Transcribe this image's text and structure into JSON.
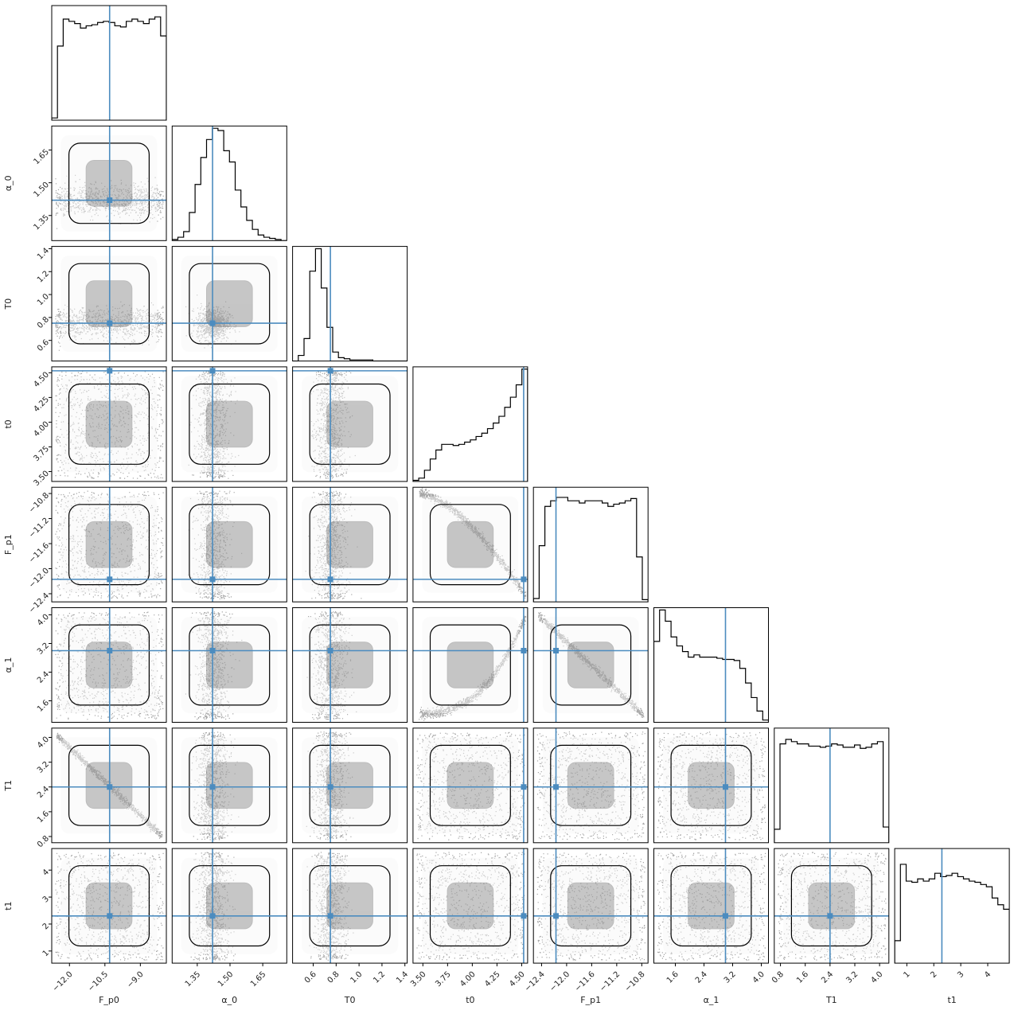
{
  "chart_data": {
    "type": "corner",
    "params": [
      {
        "label": "F_p0",
        "range": [
          -12.75,
          -7.9
        ],
        "ticks": [
          -12.0,
          -10.5,
          -9.0
        ],
        "tick_labels": [
          "−12.0",
          "−10.5",
          "−9.0"
        ],
        "truth": -10.3
      },
      {
        "label": "α_0",
        "range": [
          1.235,
          1.76
        ],
        "ticks": [
          1.35,
          1.5,
          1.65
        ],
        "tick_labels": [
          "1.35",
          "1.50",
          "1.65"
        ],
        "truth": 1.42
      },
      {
        "label": "T0",
        "range": [
          0.42,
          1.42
        ],
        "ticks": [
          0.6,
          0.8,
          1.0,
          1.2,
          1.4
        ],
        "tick_labels": [
          "0.6",
          "0.8",
          "1.0",
          "1.2",
          "1.4"
        ],
        "truth": 0.75
      },
      {
        "label": "t0",
        "range": [
          3.4,
          4.56
        ],
        "ticks": [
          3.5,
          3.75,
          4.0,
          4.25,
          4.5
        ],
        "tick_labels": [
          "3.50",
          "3.75",
          "4.00",
          "4.25",
          "4.50"
        ],
        "truth": 4.52
      },
      {
        "label": "F_p1",
        "range": [
          -12.53,
          -10.7
        ],
        "ticks": [
          -12.4,
          -12.0,
          -11.6,
          -11.2,
          -10.8
        ],
        "tick_labels": [
          "−12.4",
          "−12.0",
          "−11.6",
          "−11.2",
          "−10.8"
        ],
        "truth": -12.17
      },
      {
        "label": "α_1",
        "range": [
          1.0,
          4.2
        ],
        "ticks": [
          1.6,
          2.4,
          3.2,
          4.0
        ],
        "tick_labels": [
          "1.6",
          "2.4",
          "3.2",
          "4.0"
        ],
        "truth": 3.0
      },
      {
        "label": "T1",
        "range": [
          0.6,
          4.3
        ],
        "ticks": [
          0.8,
          1.6,
          2.4,
          3.2,
          4.0
        ],
        "tick_labels": [
          "0.8",
          "1.6",
          "2.4",
          "3.2",
          "4.0"
        ],
        "truth": 2.4
      },
      {
        "label": "t1",
        "range": [
          0.55,
          4.8
        ],
        "ticks": [
          1,
          2,
          3,
          4
        ],
        "tick_labels": [
          "1",
          "2",
          "3",
          "4"
        ],
        "truth": 2.3
      }
    ],
    "histograms": [
      {
        "param": "F_p0",
        "bins": 20,
        "heights": [
          0.02,
          0.66,
          0.9,
          0.88,
          0.86,
          0.82,
          0.84,
          0.85,
          0.87,
          0.88,
          0.87,
          0.84,
          0.83,
          0.88,
          0.9,
          0.88,
          0.86,
          0.9,
          0.92,
          0.75
        ]
      },
      {
        "param": "α_0",
        "bins": 20,
        "heights": [
          0.01,
          0.03,
          0.08,
          0.25,
          0.5,
          0.74,
          0.9,
          1.0,
          0.98,
          0.8,
          0.7,
          0.45,
          0.3,
          0.18,
          0.1,
          0.05,
          0.03,
          0.02,
          0.01,
          0.0
        ]
      },
      {
        "param": "T0",
        "bins": 20,
        "heights": [
          0.0,
          0.05,
          0.2,
          0.8,
          1.0,
          0.65,
          0.3,
          0.08,
          0.03,
          0.02,
          0.01,
          0.01,
          0.01,
          0.01,
          0.0,
          0.0,
          0.0,
          0.0,
          0.0,
          0.0
        ]
      },
      {
        "param": "t0",
        "bins": 20,
        "heights": [
          0.01,
          0.03,
          0.1,
          0.2,
          0.28,
          0.33,
          0.33,
          0.32,
          0.33,
          0.35,
          0.37,
          0.4,
          0.43,
          0.47,
          0.52,
          0.58,
          0.66,
          0.75,
          0.86,
          1.0
        ]
      },
      {
        "param": "F_p1",
        "bins": 20,
        "heights": [
          0.03,
          0.5,
          0.85,
          0.9,
          0.93,
          0.93,
          0.9,
          0.9,
          0.88,
          0.9,
          0.9,
          0.9,
          0.88,
          0.85,
          0.87,
          0.88,
          0.9,
          0.92,
          0.4,
          0.02
        ]
      },
      {
        "param": "α_1",
        "bins": 20,
        "heights": [
          0.72,
          1.0,
          0.9,
          0.76,
          0.68,
          0.63,
          0.58,
          0.6,
          0.58,
          0.58,
          0.58,
          0.57,
          0.56,
          0.56,
          0.55,
          0.48,
          0.35,
          0.22,
          0.1,
          0.02
        ]
      },
      {
        "param": "T1",
        "bins": 20,
        "heights": [
          0.12,
          0.88,
          0.92,
          0.9,
          0.88,
          0.88,
          0.86,
          0.86,
          0.85,
          0.86,
          0.88,
          0.87,
          0.85,
          0.85,
          0.87,
          0.84,
          0.85,
          0.88,
          0.9,
          0.14
        ]
      },
      {
        "param": "t1",
        "bins": 20,
        "heights": [
          0.2,
          0.88,
          0.73,
          0.72,
          0.75,
          0.73,
          0.75,
          0.8,
          0.77,
          0.78,
          0.8,
          0.77,
          0.75,
          0.73,
          0.72,
          0.7,
          0.68,
          0.58,
          0.52,
          0.48
        ]
      }
    ],
    "grid": false,
    "legend": "none"
  },
  "colors": {
    "truth_line": "#4c8cbf",
    "frame": "#000000",
    "background": "#ffffff",
    "scatter": "#000000",
    "density_light": "#f7f7f7",
    "density_dark": "#2a2a2a"
  }
}
